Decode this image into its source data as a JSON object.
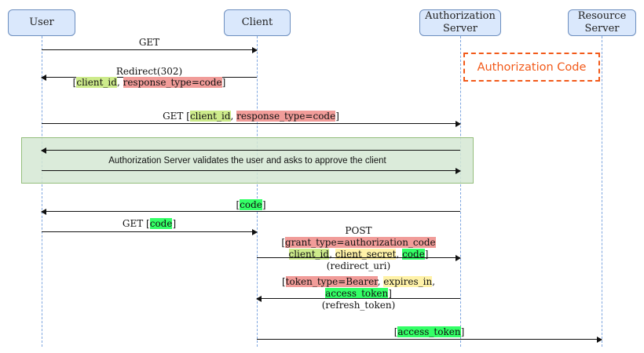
{
  "participants": {
    "user": "User",
    "client": "Client",
    "auth_server": "Authorization\nServer",
    "resource_server": "Resource\nServer"
  },
  "flow_title": "Authorization Code",
  "messages": {
    "m1": "GET",
    "m2_line1": "Redirect(302)",
    "m2_open": "[",
    "m2_comma": ", ",
    "m2_close": "]",
    "m3_prefix": "GET [",
    "m3_comma": ", ",
    "m3_close": "]",
    "validate": "Authorization Server validates the user and asks to approve the client",
    "m5_open": "[",
    "m5_close": "]",
    "m6_prefix": "GET [",
    "m6_close": "]",
    "m7_title": "POST",
    "m7_open": "[",
    "m7_sep": ", ",
    "m7_close": "]",
    "m7_redirect": "(redirect_uri)",
    "m8_open": "[",
    "m8_sep": ", ",
    "m8_trail": ",",
    "m8_close": "]",
    "m8_refresh": "(refresh_token)",
    "m9_open": "[",
    "m9_close": "]"
  },
  "params": {
    "client_id": "client_id",
    "response_type": "response_type=code",
    "code": "code",
    "grant_type": "grant_type=authorization_code",
    "client_secret": "client_secret",
    "token_type": "token_type=Bearer",
    "expires_in": "expires_in",
    "access_token": "access_token"
  },
  "colors": {
    "actor_fill": "#dae8fc",
    "actor_border": "#6c8ebf",
    "highlight_red": "#f19c99",
    "highlight_lime": "#cdeb8b",
    "highlight_green": "#33ff66",
    "highlight_yellow": "#fff2a8",
    "validate_fill": "#d5e8d4",
    "badge_color": "#f25a1a"
  }
}
